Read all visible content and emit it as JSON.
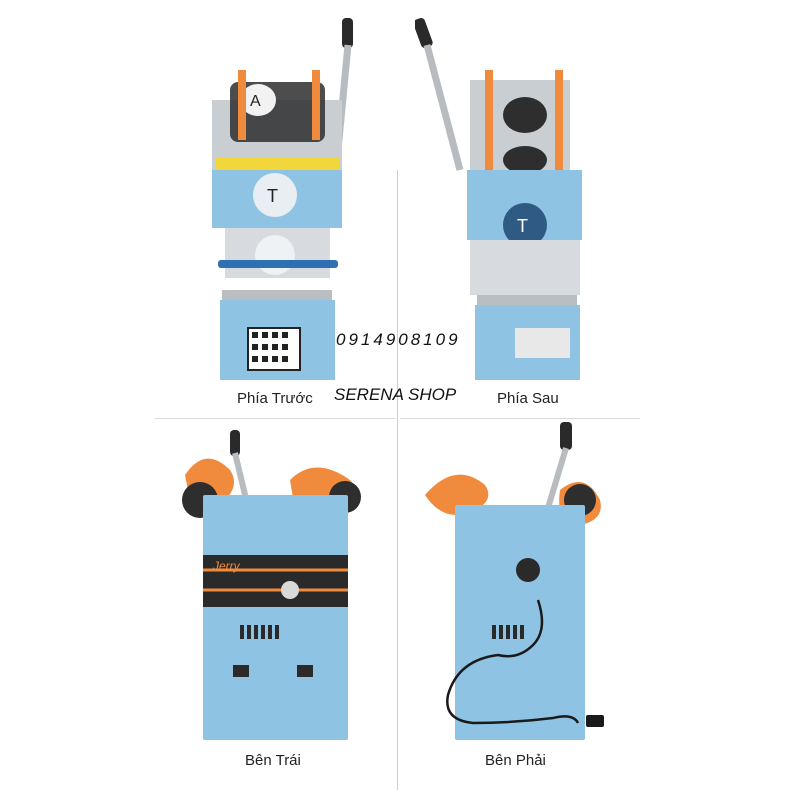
{
  "captions": {
    "front": "Phía Trước",
    "back": "Phía Sau",
    "left": "Bên Trái",
    "right": "Bên Phải"
  },
  "overlay": {
    "phone": "0914908109",
    "shop": "SERENA SHOP"
  },
  "labels": {
    "brand": "Jerry"
  },
  "colors": {
    "machine_blue": "#8fc3e4",
    "machine_blue_dark": "#5b9fcb",
    "orange_wheel": "#f08a3c",
    "handle_dark": "#2a2a2a",
    "steel": "#c9ced3"
  }
}
